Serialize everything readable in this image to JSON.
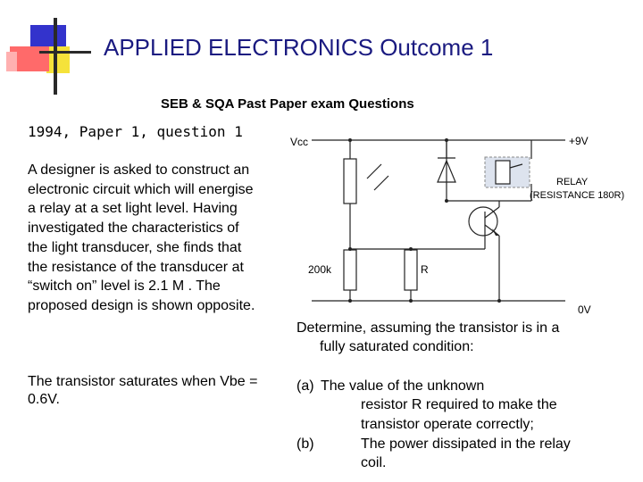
{
  "slide": {
    "title": "APPLIED ELECTRONICS Outcome 1",
    "subtitle": "SEB & SQA Past Paper exam Questions",
    "question_ref": "1994, Paper 1, question 1",
    "paragraph1": "A designer is asked to construct an electronic circuit which will energise a relay at a set light level.  Having investigated the characteristics of the light transducer, she finds that the resistance of the transducer at “switch on” level is 2.1 M .  The proposed design is shown opposite.",
    "paragraph2": " The transistor saturates when Vbe = 0.6V.",
    "determine_line1": "Determine, assuming the transistor is in a",
    "determine_line2": "fully saturated condition:",
    "part_a_label": "(a)",
    "part_a_line1": "The value of the unknown",
    "part_a_line2": "resistor R required to make the",
    "part_a_line3": "transistor operate correctly;",
    "part_b_label": "(b)",
    "part_b_line1": "The power dissipated in the relay",
    "part_b_line2": "coil."
  },
  "circuit": {
    "vcc_label": "Vcc",
    "supply_label": "+9V",
    "ground_label": "0V",
    "relay_label": "RELAY",
    "relay_resistance": "(RESISTANCE 180R)",
    "fixed_resistor_label": "200k",
    "unknown_resistor_label": "R"
  },
  "colors": {
    "title": "#1a1a80",
    "deco_blue": "#3333cc",
    "deco_yellow": "#f5e23a",
    "deco_red": "#ff6060",
    "relay_highlight": "#dde3ee"
  }
}
